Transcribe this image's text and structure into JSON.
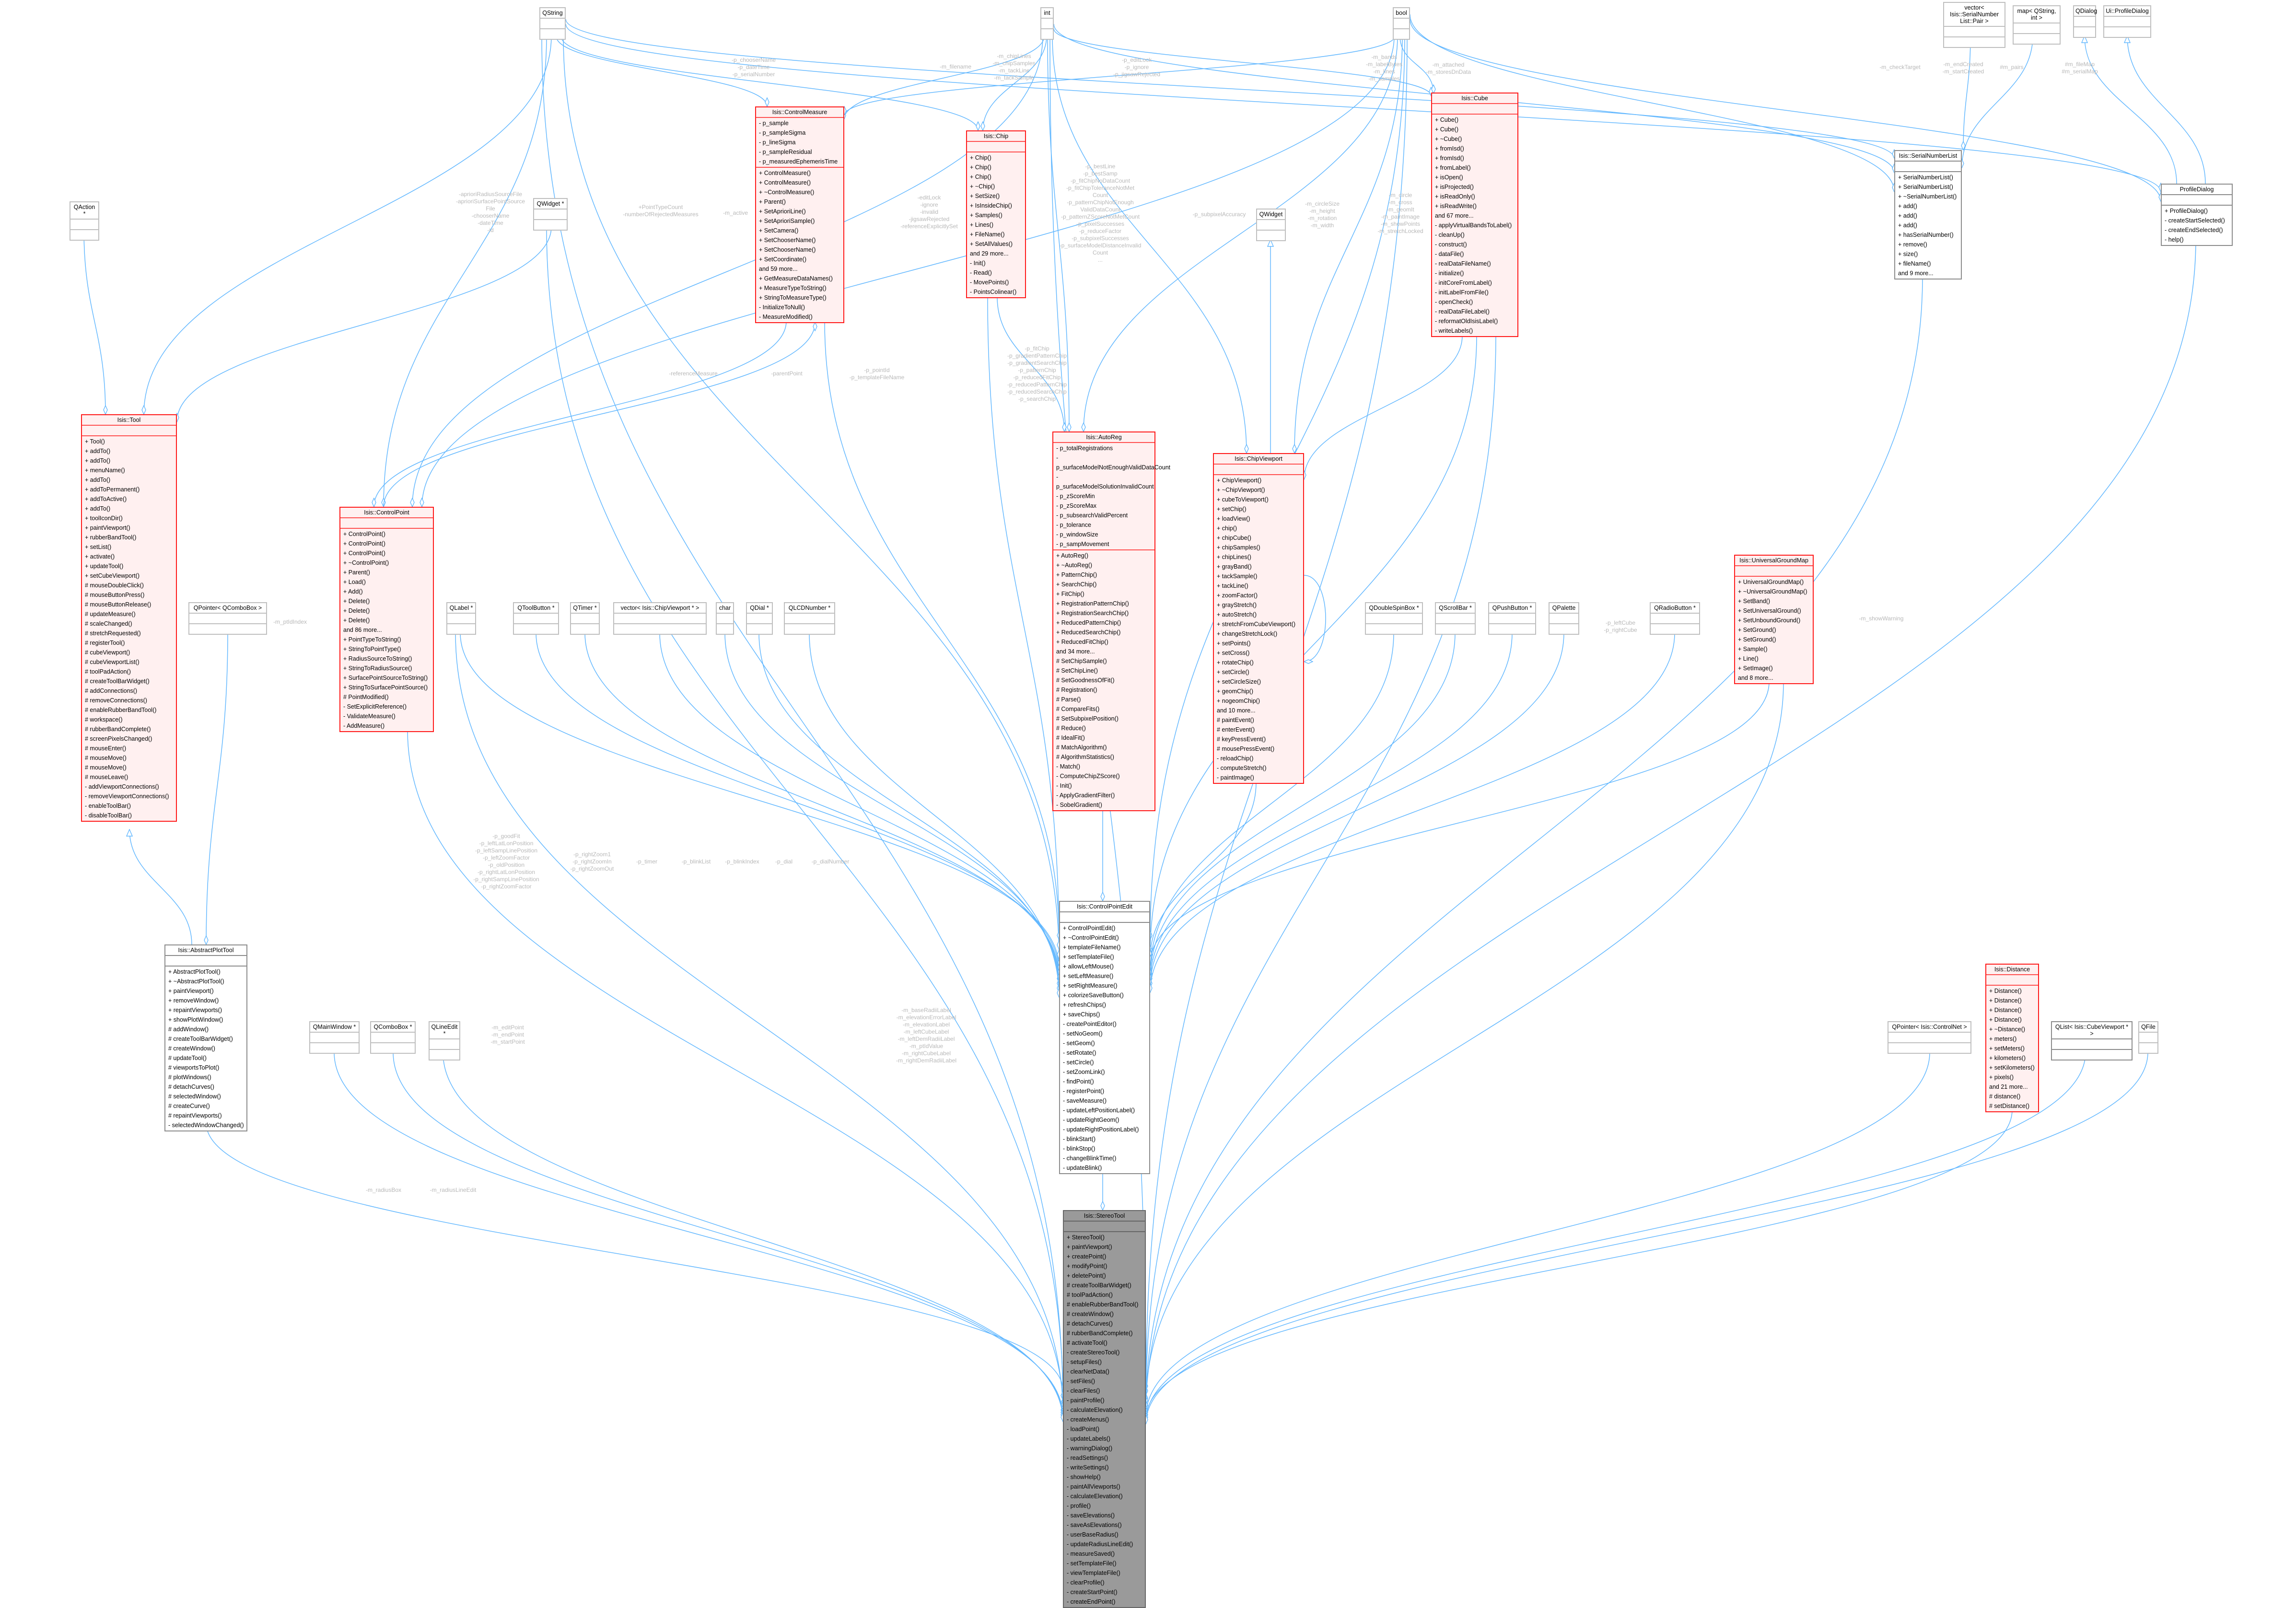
{
  "colors": {
    "edge": "#63b8ff",
    "documented_border": "#ff1a1a",
    "documented_fill": "#fff0f0",
    "focus_fill": "#9a9a9a"
  },
  "classes": [
    {
      "name": "QString",
      "attributes": [],
      "methods": []
    },
    {
      "name": "int",
      "attributes": [],
      "methods": []
    },
    {
      "name": "bool",
      "attributes": [],
      "methods": []
    },
    {
      "name": "vector< Isis::SerialNumber\nList::Pair >",
      "attributes": [],
      "methods": []
    },
    {
      "name": "map< QString, int >",
      "attributes": [],
      "methods": []
    },
    {
      "name": "QDialog",
      "attributes": [],
      "methods": []
    },
    {
      "name": "Ui::ProfileDialog",
      "attributes": [],
      "methods": []
    },
    {
      "name": "QAction *",
      "attributes": [],
      "methods": []
    },
    {
      "name": "QWidget *",
      "attributes": [],
      "methods": []
    },
    {
      "name": "Isis::ControlMeasure",
      "attributes": [
        "- p_sample",
        "- p_sampleSigma",
        "- p_lineSigma",
        "- p_sampleResidual",
        "- p_measuredEphemerisTime"
      ],
      "methods": [
        "+ ControlMeasure()",
        "+ ControlMeasure()",
        "+ ~ControlMeasure()",
        "+ Parent()",
        "+ SetAprioriLine()",
        "+ SetAprioriSample()",
        "+ SetCamera()",
        "+ SetChooserName()",
        "+ SetChooserName()",
        "+ SetCoordinate()",
        "and 59 more...",
        "+ GetMeasureDataNames()",
        "+ MeasureTypeToString()",
        "+ StringToMeasureType()",
        "- InitializeToNull()",
        "- MeasureModified()"
      ]
    },
    {
      "name": "Isis::Chip",
      "attributes": [],
      "methods": [
        "+ Chip()",
        "+ Chip()",
        "+ Chip()",
        "+ ~Chip()",
        "+ SetSize()",
        "+ IsInsideChip()",
        "+ Samples()",
        "+ Lines()",
        "+ FileName()",
        "+ SetAllValues()",
        "and 29 more...",
        "- Init()",
        "- Read()",
        "- MovePoints()",
        "- PointsColinear()"
      ]
    },
    {
      "name": "Isis::Cube",
      "attributes": [],
      "methods": [
        "+ Cube()",
        "+ Cube()",
        "+ ~Cube()",
        "+ fromIsd()",
        "+ fromIsd()",
        "+ fromLabel()",
        "+ isOpen()",
        "+ isProjected()",
        "+ isReadOnly()",
        "+ isReadWrite()",
        "and 67 more...",
        "- applyVirtualBandsToLabel()",
        "- cleanUp()",
        "- construct()",
        "- dataFile()",
        "- realDataFileName()",
        "- initialize()",
        "- initCoreFromLabel()",
        "- initLabelFromFile()",
        "- openCheck()",
        "- realDataFileLabel()",
        "- reformatOldIsisLabel()",
        "- writeLabels()"
      ]
    },
    {
      "name": "QWidget",
      "attributes": [],
      "methods": []
    },
    {
      "name": "Isis::SerialNumberList",
      "attributes": [],
      "methods": [
        "+ SerialNumberList()",
        "+ SerialNumberList()",
        "+ ~SerialNumberList()",
        "+ add()",
        "+ add()",
        "+ add()",
        "+ hasSerialNumber()",
        "+ remove()",
        "+ size()",
        "+ fileName()",
        "and 9 more..."
      ]
    },
    {
      "name": "ProfileDialog",
      "attributes": [],
      "methods": [
        "+ ProfileDialog()",
        "- createStartSelected()",
        "- createEndSelected()",
        "- help()"
      ]
    },
    {
      "name": "Isis::Tool",
      "attributes": [],
      "methods": [
        "+ Tool()",
        "+ addTo()",
        "+ addTo()",
        "+ menuName()",
        "+ addTo()",
        "+ addToPermanent()",
        "+ addToActive()",
        "+ addTo()",
        "+ toolIconDir()",
        "+ paintViewport()",
        "+ rubberBandTool()",
        "+ setList()",
        "+ activate()",
        "+ updateTool()",
        "+ setCubeViewport()",
        "# mouseDoubleClick()",
        "# mouseButtonPress()",
        "# mouseButtonRelease()",
        "# updateMeasure()",
        "# scaleChanged()",
        "# stretchRequested()",
        "# registerTool()",
        "# cubeViewport()",
        "# cubeViewportList()",
        "# toolPadAction()",
        "# createToolBarWidget()",
        "# addConnections()",
        "# removeConnections()",
        "# enableRubberBandTool()",
        "# workspace()",
        "# rubberBandComplete()",
        "# screenPixelsChanged()",
        "# mouseEnter()",
        "# mouseMove()",
        "# mouseMove()",
        "# mouseLeave()",
        "- addViewportConnections()",
        "- removeViewportConnections()",
        "- enableToolBar()",
        "- disableToolBar()"
      ]
    },
    {
      "name": "Isis::ControlPoint",
      "attributes": [],
      "methods": [
        "+ ControlPoint()",
        "+ ControlPoint()",
        "+ ControlPoint()",
        "+ ~ControlPoint()",
        "+ Parent()",
        "+ Load()",
        "+ Add()",
        "+ Delete()",
        "+ Delete()",
        "+ Delete()",
        "and 86 more...",
        "+ PointTypeToString()",
        "+ StringToPointType()",
        "+ RadiusSourceToString()",
        "+ StringToRadiusSource()",
        "+ SurfacePointSourceToString()",
        "+ StringToSurfacePointSource()",
        "# PointModified()",
        "- SetExplicitReference()",
        "- ValidateMeasure()",
        "- AddMeasure()"
      ]
    },
    {
      "name": "Isis::AutoReg",
      "attributes": [
        "- p_totalRegistrations",
        "- p_surfaceModelNotEnoughValidDataCount",
        "- p_surfaceModelSolutionInvalidCount",
        "- p_zScoreMin",
        "- p_zScoreMax",
        "- p_subsearchValidPercent",
        "- p_tolerance",
        "- p_windowSize",
        "- p_sampMovement"
      ],
      "methods": [
        "+ AutoReg()",
        "+ ~AutoReg()",
        "+ PatternChip()",
        "+ SearchChip()",
        "+ FitChip()",
        "+ RegistrationPatternChip()",
        "+ RegistrationSearchChip()",
        "+ ReducedPatternChip()",
        "+ ReducedSearchChip()",
        "+ ReducedFitChip()",
        "and 34 more...",
        "# SetChipSample()",
        "# SetChipLine()",
        "# SetGoodnessOfFit()",
        "# Registration()",
        "# Parse()",
        "# CompareFits()",
        "# SetSubpixelPosition()",
        "# Reduce()",
        "# IdealFit()",
        "# MatchAlgorithm()",
        "# AlgorithmStatistics()",
        "- Match()",
        "- ComputeChipZScore()",
        "- Init()",
        "- ApplyGradientFilter()",
        "- SobelGradient()"
      ]
    },
    {
      "name": "Isis::ChipViewport",
      "attributes": [],
      "methods": [
        "+ ChipViewport()",
        "+ ~ChipViewport()",
        "+ cubeToViewport()",
        "+ setChip()",
        "+ loadView()",
        "+ chip()",
        "+ chipCube()",
        "+ chipSamples()",
        "+ chipLines()",
        "+ grayBand()",
        "+ tackSample()",
        "+ tackLine()",
        "+ zoomFactor()",
        "+ grayStretch()",
        "+ autoStretch()",
        "+ stretchFromCubeViewport()",
        "+ changeStretchLock()",
        "+ setPoints()",
        "+ setCross()",
        "+ rotateChip()",
        "+ setCircle()",
        "+ setCircleSize()",
        "+ geomChip()",
        "+ nogeomChip()",
        "and 10 more...",
        "# paintEvent()",
        "# enterEvent()",
        "# keyPressEvent()",
        "# mousePressEvent()",
        "- reloadChip()",
        "- computeStretch()",
        "- paintImage()"
      ]
    },
    {
      "name": "Isis::UniversalGroundMap",
      "attributes": [],
      "methods": [
        "+ UniversalGroundMap()",
        "+ ~UniversalGroundMap()",
        "+ SetBand()",
        "+ SetUniversalGround()",
        "+ SetUnboundGround()",
        "+ SetGround()",
        "+ SetGround()",
        "+ Sample()",
        "+ Line()",
        "+ SetImage()",
        "and 8 more..."
      ]
    },
    {
      "name": "QPointer< QComboBox >",
      "attributes": [],
      "methods": []
    },
    {
      "name": "QLabel *",
      "attributes": [],
      "methods": []
    },
    {
      "name": "QToolButton *",
      "attributes": [],
      "methods": []
    },
    {
      "name": "QTimer *",
      "attributes": [],
      "methods": []
    },
    {
      "name": "vector< Isis::ChipViewport * >",
      "attributes": [],
      "methods": []
    },
    {
      "name": "char",
      "attributes": [],
      "methods": []
    },
    {
      "name": "QDial *",
      "attributes": [],
      "methods": []
    },
    {
      "name": "QLCDNumber *",
      "attributes": [],
      "methods": []
    },
    {
      "name": "QDoubleSpinBox *",
      "attributes": [],
      "methods": []
    },
    {
      "name": "QScrollBar *",
      "attributes": [],
      "methods": []
    },
    {
      "name": "QPushButton *",
      "attributes": [],
      "methods": []
    },
    {
      "name": "QPalette",
      "attributes": [],
      "methods": []
    },
    {
      "name": "QRadioButton *",
      "attributes": [],
      "methods": []
    },
    {
      "name": "Isis::AbstractPlotTool",
      "attributes": [],
      "methods": [
        "+ AbstractPlotTool()",
        "+ ~AbstractPlotTool()",
        "+ paintViewport()",
        "+ removeWindow()",
        "+ repaintViewports()",
        "+ showPlotWindow()",
        "# addWindow()",
        "# createToolBarWidget()",
        "# createWindow()",
        "# updateTool()",
        "# viewportsToPlot()",
        "# plotWindows()",
        "# detachCurves()",
        "# selectedWindow()",
        "# createCurve()",
        "# repaintViewports()",
        "- selectedWindowChanged()"
      ]
    },
    {
      "name": "QMainWindow *",
      "attributes": [],
      "methods": []
    },
    {
      "name": "QComboBox *",
      "attributes": [],
      "methods": []
    },
    {
      "name": "QLineEdit *",
      "attributes": [],
      "methods": []
    },
    {
      "name": "Isis::ControlPointEdit",
      "attributes": [],
      "methods": [
        "+ ControlPointEdit()",
        "+ ~ControlPointEdit()",
        "+ templateFileName()",
        "+ setTemplateFile()",
        "+ allowLeftMouse()",
        "+ setLeftMeasure()",
        "+ setRightMeasure()",
        "+ colorizeSaveButton()",
        "+ refreshChips()",
        "+ saveChips()",
        "- createPointEditor()",
        "- setNoGeom()",
        "- setGeom()",
        "- setRotate()",
        "- setCircle()",
        "- setZoomLink()",
        "- findPoint()",
        "- registerPoint()",
        "- saveMeasure()",
        "- updateLeftPositionLabel()",
        "- updateRightGeom()",
        "- updateRightPositionLabel()",
        "- blinkStart()",
        "- blinkStop()",
        "- changeBlinkTime()",
        "- updateBlink()"
      ]
    },
    {
      "name": "QPointer< Isis::ControlNet >",
      "attributes": [],
      "methods": []
    },
    {
      "name": "Isis::Distance",
      "attributes": [],
      "methods": [
        "+ Distance()",
        "+ Distance()",
        "+ Distance()",
        "+ Distance()",
        "+ ~Distance()",
        "+ meters()",
        "+ setMeters()",
        "+ kilometers()",
        "+ setKilometers()",
        "+ pixels()",
        "and 21 more...",
        "# distance()",
        "# setDistance()"
      ]
    },
    {
      "name": "QList< Isis::CubeViewport * >",
      "attributes": [],
      "methods": []
    },
    {
      "name": "QFile",
      "attributes": [],
      "methods": []
    },
    {
      "name": "Isis::StereoTool",
      "attributes": [],
      "methods": [
        "+ StereoTool()",
        "+ paintViewport()",
        "+ createPoint()",
        "+ modifyPoint()",
        "+ deletePoint()",
        "# createToolBarWidget()",
        "# toolPadAction()",
        "# enableRubberBandTool()",
        "# createWindow()",
        "# detachCurves()",
        "# rubberBandComplete()",
        "# activateTool()",
        "- createStereoTool()",
        "- setupFiles()",
        "- clearNetData()",
        "- setFiles()",
        "- clearFiles()",
        "- paintProfile()",
        "- calculateElevation()",
        "- createMenus()",
        "- loadPoint()",
        "- updateLabels()",
        "- warningDialog()",
        "- readSettings()",
        "- writeSettings()",
        "- showHelp()",
        "- paintAllViewports()",
        "- calculateElevation()",
        "- profile()",
        "- saveElevations()",
        "- saveAsElevations()",
        "- userBaseRadius()",
        "- updateRadiusLineEdit()",
        "- measureSaved()",
        "- setTemplateFile()",
        "- viewTemplateFile()",
        "- clearProfile()",
        "- createStartPoint()",
        "- createEndPoint()"
      ]
    }
  ],
  "edge_labels": [
    "-p_chooserName\n-p_dateTime\n-p_serialNumber",
    "-m_filename",
    "-m_chipLines\n-m_chipSamples\n-m_tackLine\n-m_tackSample",
    "-p_editLock\n-p_ignore\n-p_jigsawRejected",
    "-m_bands\n-m_labelBytes\n-m_lines\n-m_samples",
    "-m_attached\n-m_storesDnData",
    "-m_circleSize\n-m_height\n-m_rotation\n-m_width",
    "-m_circle\n-m_cross\n-m_geomIt\n-m_paintImage\n-m_showPoints\n-m_stretchLocked",
    "-p_bestLine\n-p_bestSamp\n-p_fitChipNoDataCount\n-p_fitChipToleranceNotMet\nCount\n-p_patternChipNotEnough\nValidDataCount\n-p_patternZScoreNotMetCount\n-p_pixelSuccesses\n-p_reduceFactor\n-p_subpixelSuccesses\n-p_surfaceModelDistanceInvalid\nCount\n...",
    "-p_subpixelAccuracy",
    "-editLock\n-ignore\n-invalid\n-jigsawRejected\n-referenceExplicitlySet",
    "-m_active",
    "+PointTypeCount\n-numberOfRejectedMeasures",
    "-aprioriRadiusSourceFile\n-aprioriSurfacePointSource\nFile\n-chooserName\n-dateTime\n-id",
    "-referenceMeasure",
    "-parentPoint",
    "-p_pointId\n-p_templateFileName",
    "-p_fitChip\n-p_gradientPatternChip\n-p_gradientSearchChip\n-p_patternChip\n-p_reducedFitChip\n-p_reducedPatternChip\n-p_reducedSearchChip\n-p_searchChip",
    "-m_ptIdIndex",
    "-p_leftCube\n-p_rightCube",
    "-m_showWarning",
    "-m_checkTarget",
    "-m_endCreated\n-m_startCreated",
    "#m_pairs",
    "#m_fileMap\n#m_serialMap",
    "-p_goodFit\n-p_leftLatLonPosition\n-p_leftSampLinePosition\n-p_leftZoomFactor\n-p_oldPosition\n-p_rightLatLonPosition\n-p_rightSampLinePosition\n-p_rightZoomFactor",
    "-p_rightZoom1\n-p_rightZoomIn\n-p_rightZoomOut",
    "-p_timer",
    "-p_blinkList",
    "-p_blinkIndex",
    "-p_dial",
    "-p_dialNumber",
    "-m_editPoint\n-m_endPoint\n-m_startPoint",
    "-m_baseRadiiLabel\n-m_elevationErrorLabel\n-m_elevationLabel\n-m_leftCubeLabel\n-m_leftDemRadiiLabel\n-m_ptIdValue\n-m_rightCubeLabel\n-m_rightDemRadiiLabel",
    "-m_radiusBox",
    "-m_radiusLineEdit"
  ]
}
